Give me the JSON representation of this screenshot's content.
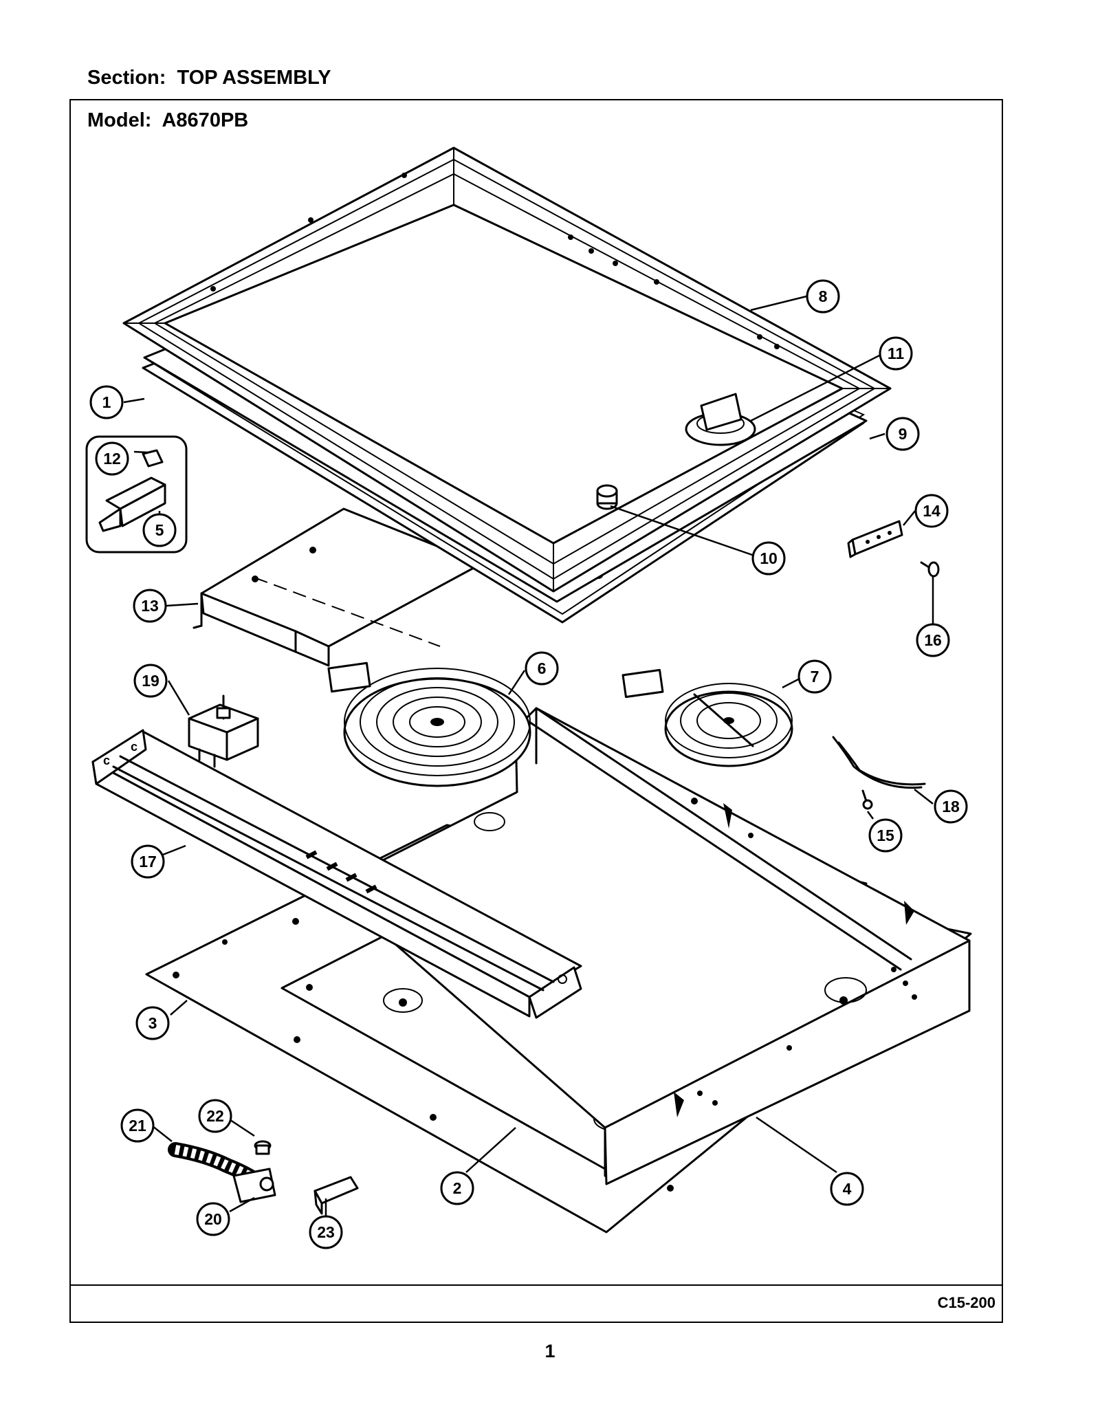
{
  "header": {
    "section_label": "Section:",
    "section_value": "TOP ASSEMBLY",
    "model_label": "Model:",
    "model_value": "A8670PB"
  },
  "footer": {
    "diagram_code": "C15-200",
    "page_number": "1"
  },
  "callouts": [
    "1",
    "2",
    "3",
    "4",
    "5",
    "6",
    "7",
    "8",
    "9",
    "10",
    "11",
    "12",
    "13",
    "14",
    "15",
    "16",
    "17",
    "18",
    "19",
    "20",
    "21",
    "22",
    "23"
  ]
}
